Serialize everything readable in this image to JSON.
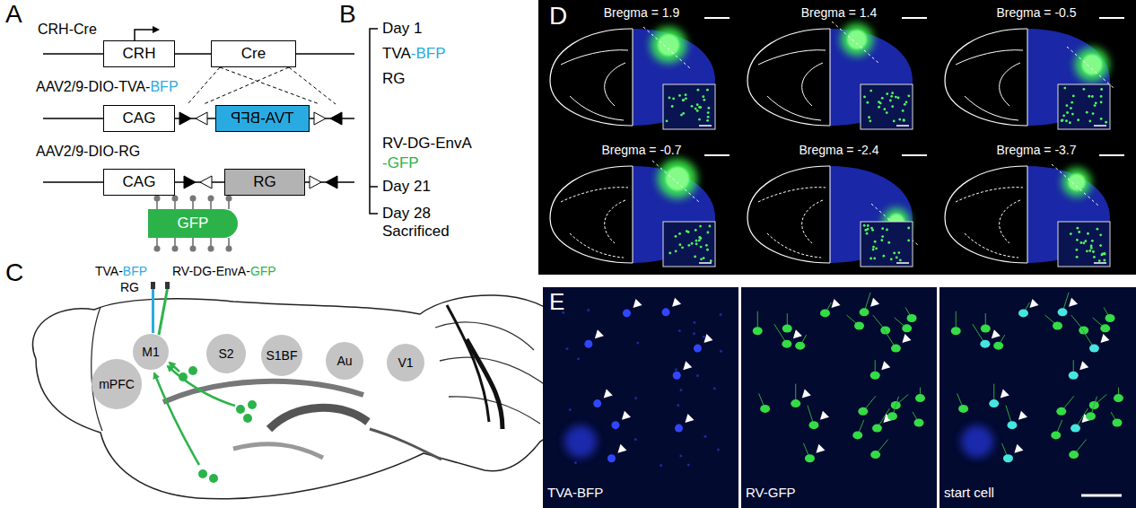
{
  "diagram": {
    "nodes": [
      {
        "text": [
          "CRH"
        ]
      },
      {
        "text": [
          "Cre"
        ]
      },
      {
        "text": [
          "CAG"
        ]
      },
      {
        "text": [
          "TVA-BFP"
        ]
      },
      {
        "text": [
          "CAG"
        ]
      },
      {
        "text": [
          "RG"
        ]
      },
      {
        "text": [
          "GFP"
        ]
      },
      {
        "text": [
          "mPFC"
        ]
      },
      {
        "text": [
          "M1"
        ]
      },
      {
        "text": [
          "S2"
        ]
      },
      {
        "text": [
          "S1BF"
        ]
      },
      {
        "text": [
          "Au"
        ]
      },
      {
        "text": [
          "V1"
        ]
      }
    ],
    "labels": [
      "A",
      "CRH-Cre",
      "AAV2/9-DIO-TVA-",
      "BFP",
      "AAV2/9-DIO-RG",
      "B",
      "Day 1",
      "TVA",
      "-BFP",
      "RG",
      "RV-DG-EnvA",
      "-GFP",
      "Day 21",
      "Day 28",
      "Sacrificed",
      "C",
      "TVA-",
      "BFP",
      "RG",
      "RV-DG-EnvA-",
      "GFP",
      "D",
      "Bregma = 1.9",
      "Bregma = 1.4",
      "Bregma = -0.5",
      "Bregma = -0.7",
      "Bregma = -2.4",
      "Bregma = -3.7",
      "E",
      "TVA-BFP",
      "RV-GFP",
      "start cell"
    ]
  }
}
